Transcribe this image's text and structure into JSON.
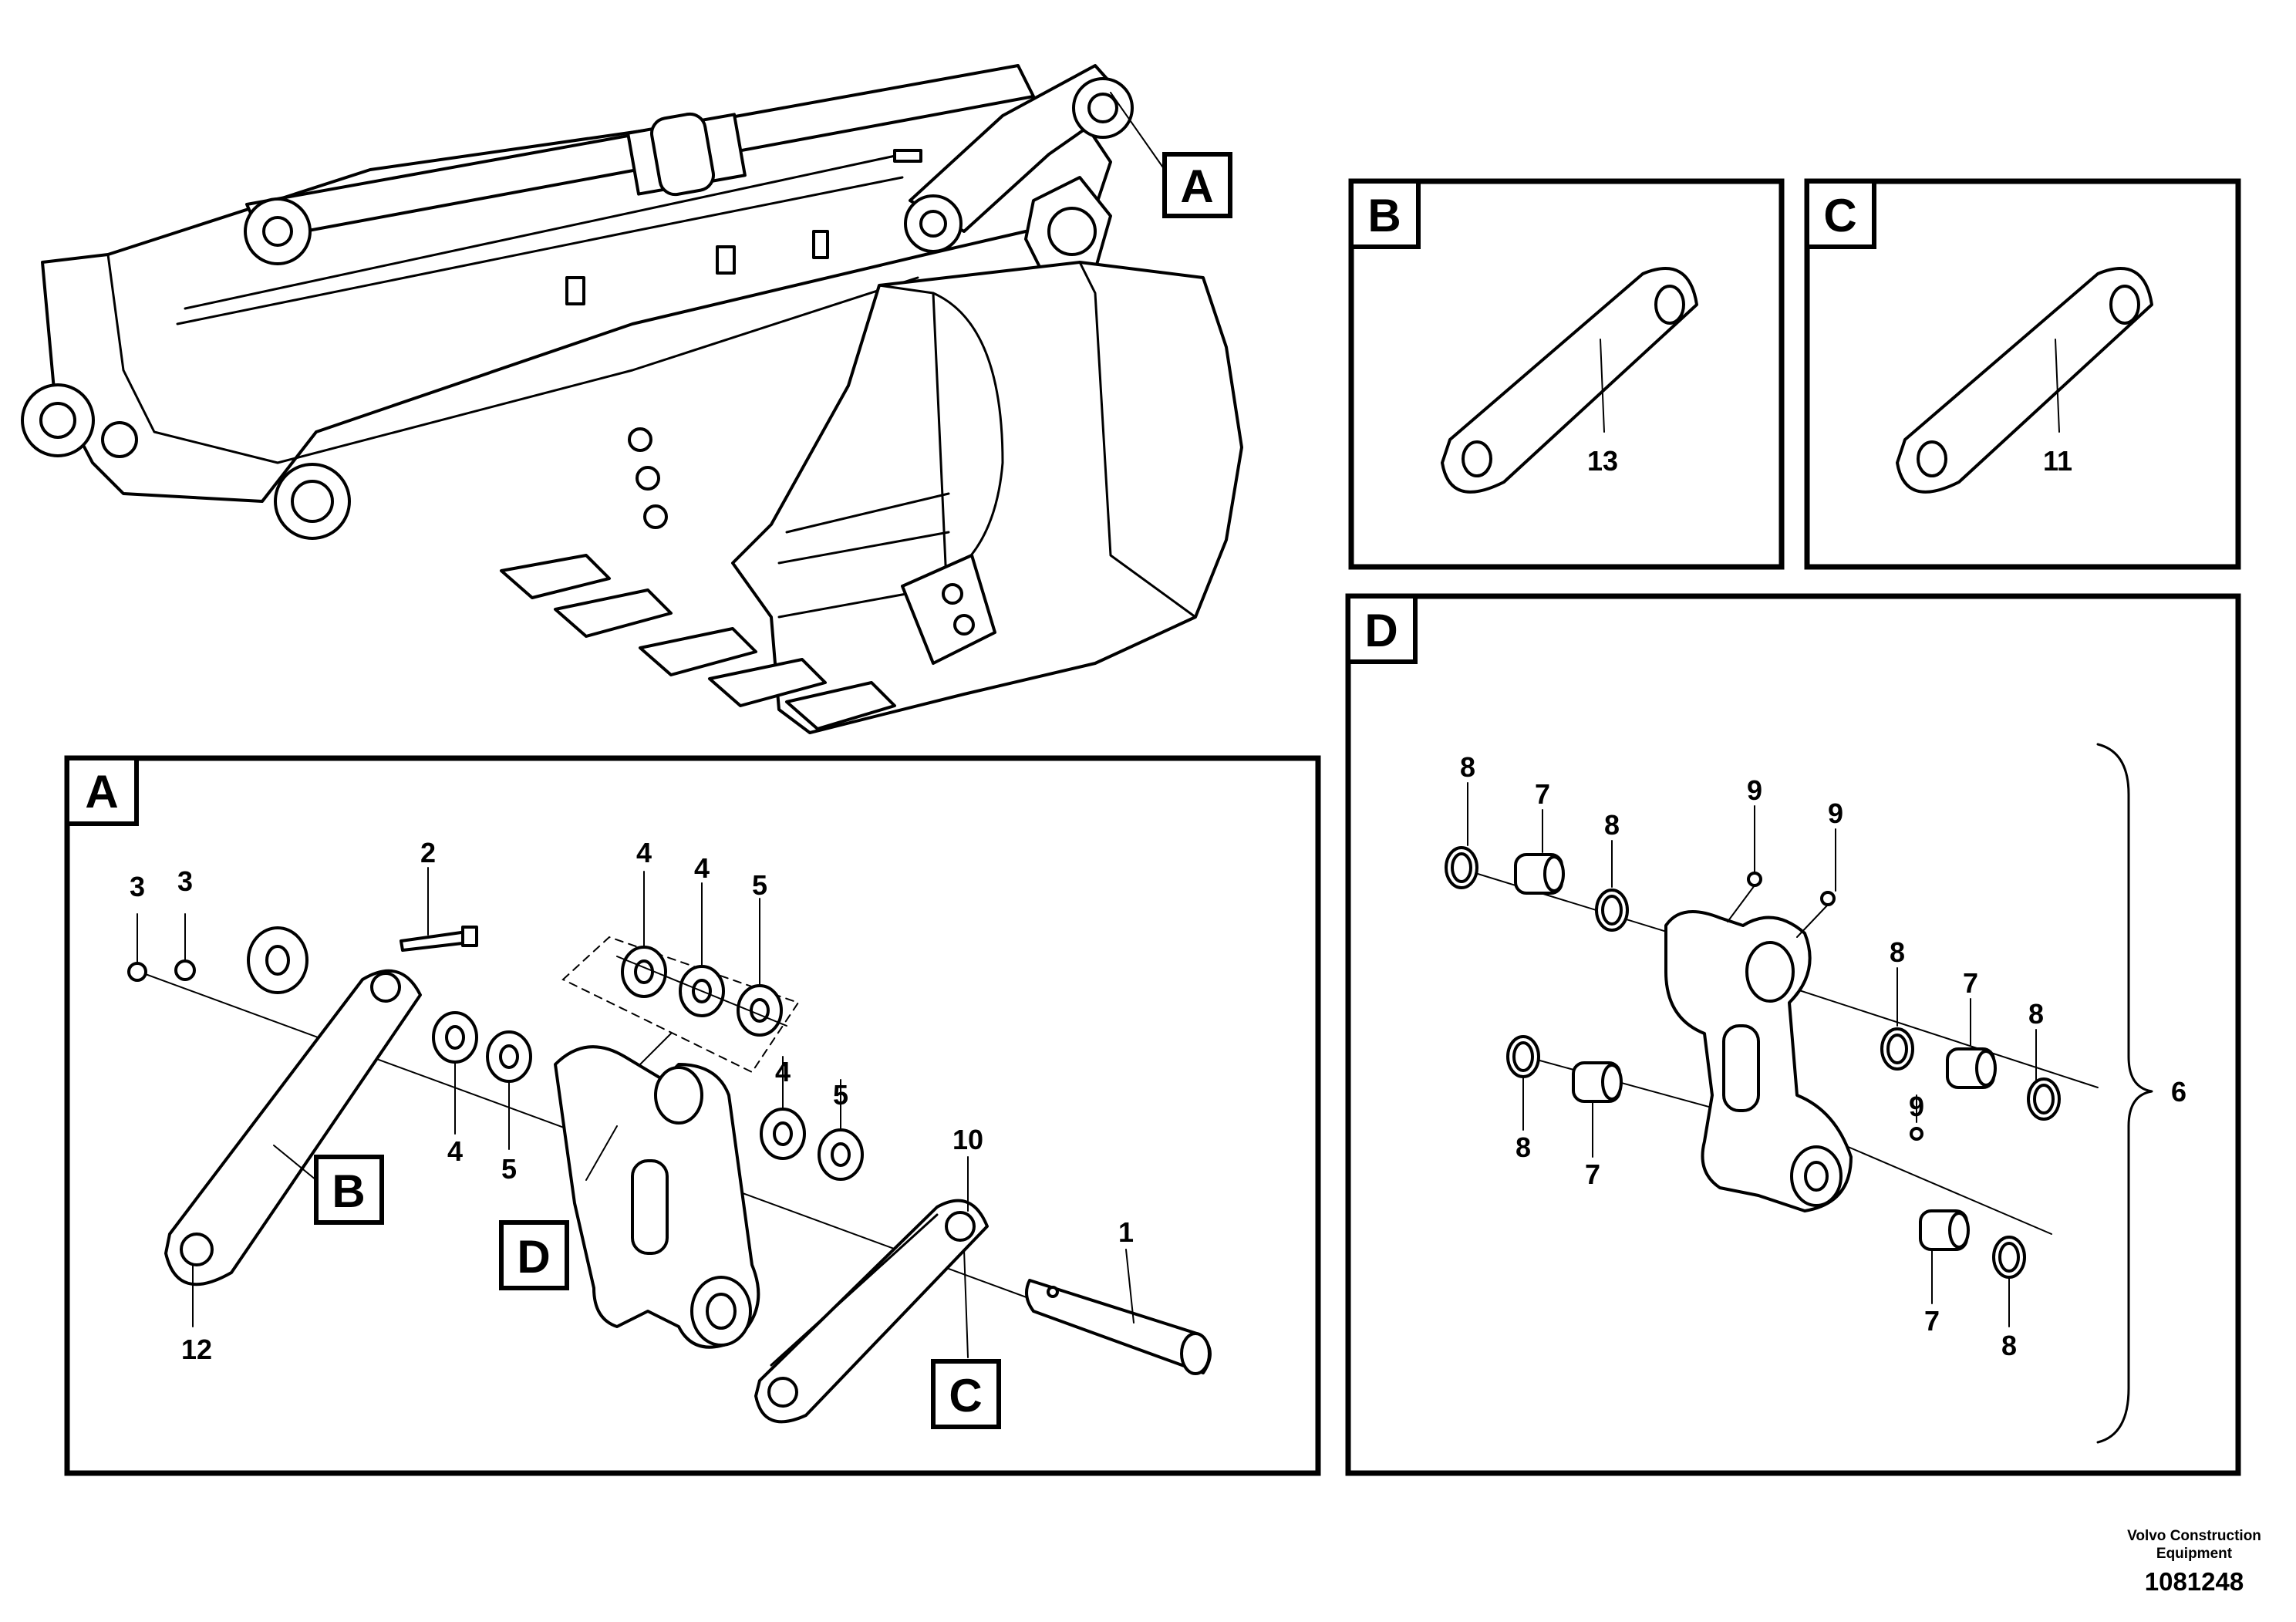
{
  "callout_letters": {
    "A": "A",
    "B": "B",
    "C": "C",
    "D": "D"
  },
  "part_numbers": {
    "p1": "1",
    "p2": "2",
    "p3": "3",
    "p4": "4",
    "p5": "5",
    "p6": "6",
    "p7": "7",
    "p8": "8",
    "p9": "9",
    "p10": "10",
    "p11": "11",
    "p12": "12",
    "p13": "13"
  },
  "footer": {
    "company_line1": "Volvo Construction",
    "company_line2": "Equipment",
    "drawing_number": "1081248"
  }
}
